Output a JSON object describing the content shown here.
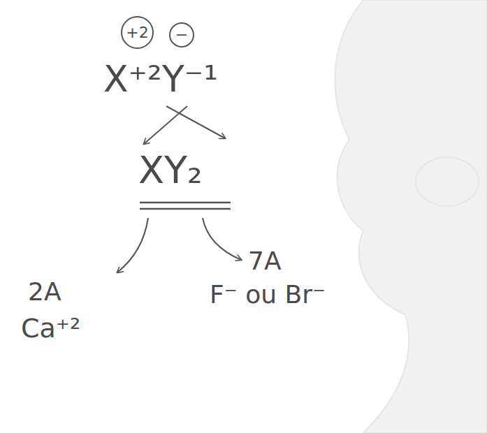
{
  "diagram": {
    "nodes": [
      {
        "text": [
          "+2"
        ]
      },
      {
        "text": [
          "−"
        ]
      }
    ],
    "labels": [
      "X⁺²",
      "Y⁻¹",
      "XY₂",
      "2A",
      "Ca⁺²",
      "7A",
      "F⁻ ou Br⁻"
    ]
  }
}
